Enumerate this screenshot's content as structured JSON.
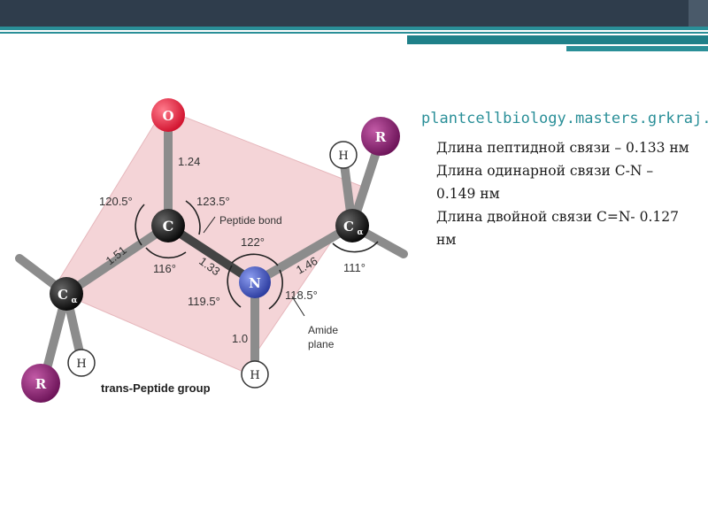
{
  "link": "plantcellbiology.masters.grkraj.o",
  "facts": [
    "Длина пептидной связи – 0.133 нм",
    "Длина одинарной связи C-N – 0.149 нм",
    "Длина двойной связи C=N- 0.127 нм"
  ],
  "diagram": {
    "atoms": {
      "O": "O",
      "C": "C",
      "N": "N",
      "Ca_left_main": "C",
      "Ca_left_sub": "α",
      "Ca_right_main": "C",
      "Ca_right_sub": "α",
      "R_left": "R",
      "R_right": "R",
      "H_left": "H",
      "H_right": "H",
      "H_N": "H"
    },
    "labels": {
      "bond_CO": "1.24",
      "angle_120_5": "120.5°",
      "angle_123_5": "123.5°",
      "peptide_bond": "Peptide bond",
      "angle_122": "122°",
      "bond_CaC": "1.51",
      "angle_116": "116°",
      "bond_CN": "1.33",
      "bond_NCa": "1.46",
      "angle_111": "111°",
      "angle_119_5": "119.5°",
      "angle_118_5": "118.5°",
      "amide_plane_1": "Amide",
      "amide_plane_2": "plane",
      "bond_NH": "1.0",
      "caption": "trans-Peptide group"
    },
    "colors": {
      "oxygen": "#e8203a",
      "nitrogen": "#3b4fb8",
      "carbon": "#111111",
      "r_group": "#8a1f72",
      "plane": "#f3d3d6",
      "bond": "#8a8a8a",
      "accent": "#2a8f98"
    }
  }
}
